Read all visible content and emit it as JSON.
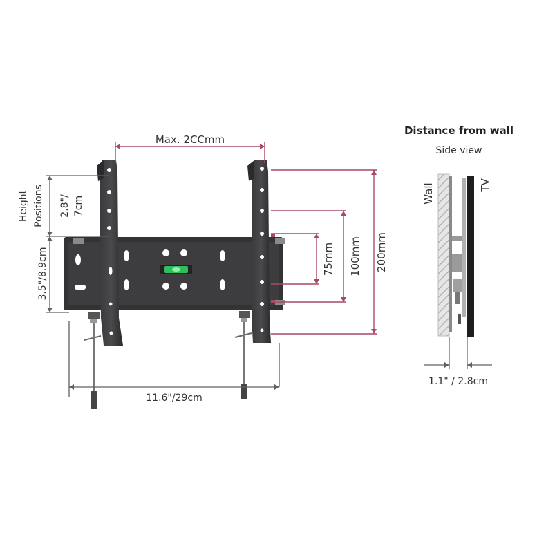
{
  "labels": {
    "max_width": "Max. 2CCmm",
    "height_positions_line1": "Height",
    "height_positions_line2": "Positions",
    "pos_step_line1": "2.8\"/",
    "pos_step_line2": "7cm",
    "plate_height": "3.5\"/8.9cm",
    "dim_75": "75mm",
    "dim_100": "100mm",
    "dim_200": "200mm",
    "arm_width": "11.6\"/29cm"
  },
  "side_view": {
    "title": "Distance from wall",
    "subtitle": "Side view",
    "wall_label": "Wall",
    "tv_label": "TV",
    "distance": "1.1\" / 2.8cm"
  },
  "colors": {
    "dimension_line": "#a84a62",
    "bracket": "#303032",
    "level_green": "#2fbf5a",
    "wall_hatch": "#c8c8c8",
    "grey_dim": "#606060"
  }
}
